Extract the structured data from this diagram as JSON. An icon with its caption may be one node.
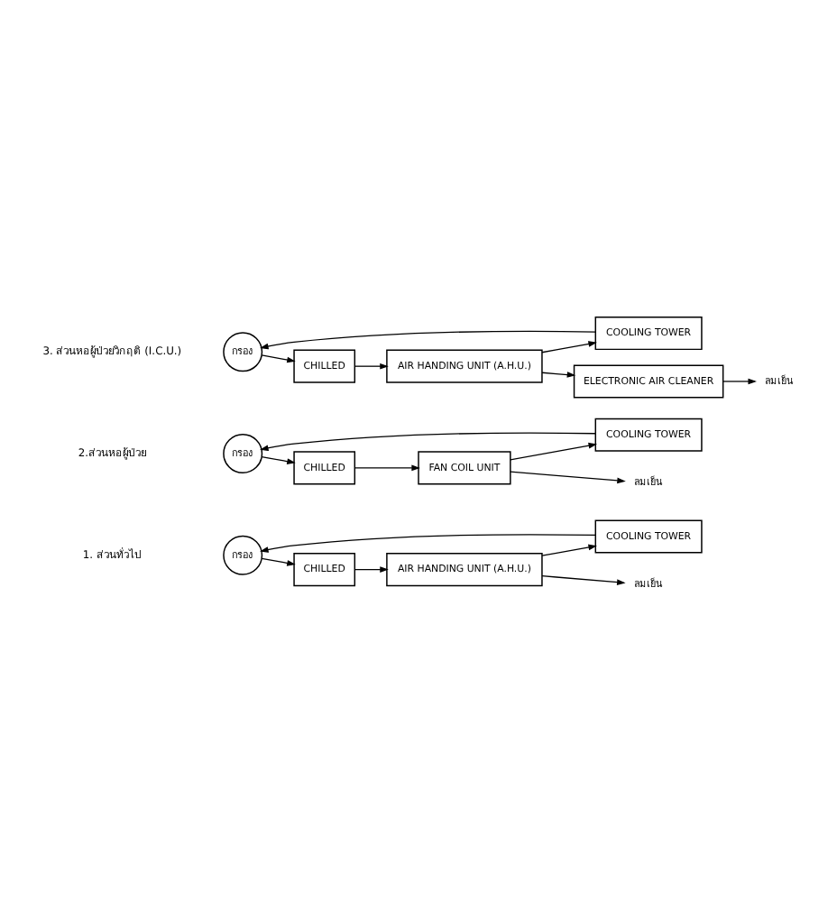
{
  "diagram": {
    "nodes": [
      {
        "text": [
          "กรอง"
        ]
      },
      {
        "text": [
          "COOLING TOWER"
        ]
      },
      {
        "text": [
          "CHILLED"
        ]
      },
      {
        "text": [
          "AIR HANDING UNIT (A.H.U.)"
        ]
      },
      {
        "text": [
          "ลมเย็น"
        ]
      },
      {
        "text": [
          "กรอง"
        ]
      },
      {
        "text": [
          "COOLING TOWER"
        ]
      },
      {
        "text": [
          "CHILLED"
        ]
      },
      {
        "text": [
          "FAN COIL UNIT"
        ]
      },
      {
        "text": [
          "ลมเย็น"
        ]
      },
      {
        "text": [
          "กรอง"
        ]
      },
      {
        "text": [
          "COOLING TOWER"
        ]
      },
      {
        "text": [
          "CHILLED"
        ]
      },
      {
        "text": [
          "AIR HANDING UNIT (A.H.U.)"
        ]
      },
      {
        "text": [
          "ELECTRONIC AIR CLEANER"
        ]
      },
      {
        "text": [
          "ลมเย็น"
        ]
      }
    ],
    "edges": [
      {
        "from": 1,
        "to": 0,
        "arrow": "to"
      },
      {
        "from": 0,
        "to": 2,
        "arrow": "to"
      },
      {
        "from": 2,
        "to": 3,
        "arrow": "to"
      },
      {
        "from": 3,
        "to": 1,
        "arrow": "to"
      },
      {
        "from": 3,
        "to": 4,
        "arrow": "to"
      },
      {
        "from": 6,
        "to": 5,
        "arrow": "to"
      },
      {
        "from": 5,
        "to": 7,
        "arrow": "to"
      },
      {
        "from": 7,
        "to": 8,
        "arrow": "to"
      },
      {
        "from": 8,
        "to": 6,
        "arrow": "to"
      },
      {
        "from": 8,
        "to": 9,
        "arrow": "to"
      },
      {
        "from": 11,
        "to": 10,
        "arrow": "to"
      },
      {
        "from": 10,
        "to": 12,
        "arrow": "to"
      },
      {
        "from": 12,
        "to": 13,
        "arrow": "to"
      },
      {
        "from": 13,
        "to": 11,
        "arrow": "to"
      },
      {
        "from": 13,
        "to": 14,
        "arrow": "to"
      },
      {
        "from": 14,
        "to": 15,
        "arrow": "to"
      }
    ],
    "labels": [
      "1. ส่วนทั่วไป",
      "2.ส่วนหอผู้ป่วย",
      "3. ส่วนหอผู้ป่วยวิกฤติ (I.C.U.)"
    ]
  }
}
